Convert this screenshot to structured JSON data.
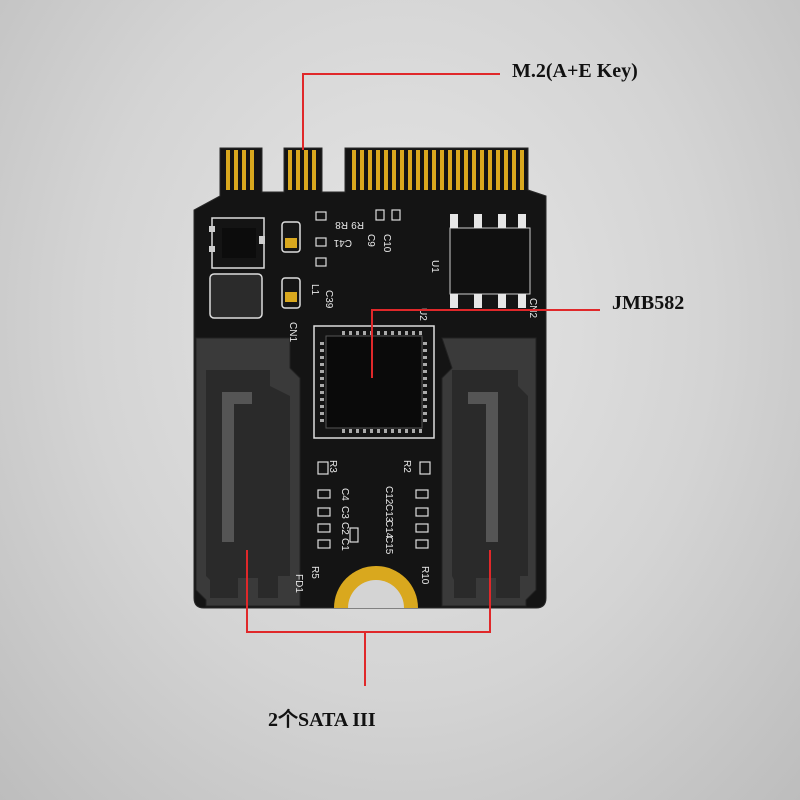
{
  "callouts": {
    "m2_key": "M.2(A+E Key)",
    "chip": "JMB582",
    "ports": "2个SATA III"
  },
  "silkscreen": {
    "r9": "R9",
    "r8": "R8",
    "c41": "C41",
    "c10": "C10",
    "c9": "C9",
    "u1": "U1",
    "l1": "L1",
    "c39": "C39",
    "u2": "U2",
    "cn1": "CN1",
    "cn2": "CN2",
    "r3": "R3",
    "r2": "R2",
    "c4": "C4",
    "c3": "C3",
    "c2": "C2",
    "c1": "C1",
    "c12": "C12",
    "c13": "C13",
    "c14": "C14",
    "c15": "C15",
    "r5": "R5",
    "fd1": "FD1",
    "r10": "R10"
  },
  "colors": {
    "pcb": "#141414",
    "gold": "#d9a81e",
    "callout_line": "#e0282a",
    "connector": "#3a3a3a"
  }
}
